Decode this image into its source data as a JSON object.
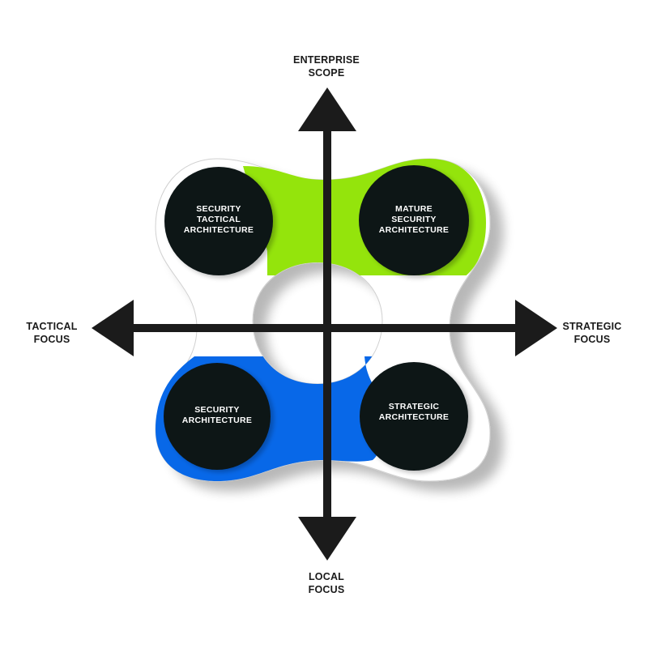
{
  "axes": {
    "top": [
      "ENTERPRISE",
      "SCOPE"
    ],
    "bottom": [
      "LOCAL",
      "FOCUS"
    ],
    "left": [
      "TACTICAL",
      "FOCUS"
    ],
    "right": [
      "STRATEGIC",
      "FOCUS"
    ]
  },
  "quadrants": {
    "top_left": [
      "SECURITY",
      "TACTICAL",
      "ARCHITECTURE"
    ],
    "top_right": [
      "MATURE",
      "SECURITY",
      "ARCHITECTURE"
    ],
    "bottom_left": [
      "SECURITY",
      "ARCHITECTURE"
    ],
    "bottom_right": [
      "STRATEGIC",
      "ARCHITECTURE"
    ]
  },
  "colors": {
    "green_band": "#94e40c",
    "blue_band": "#0868e8",
    "circle_fill": "#0b1519",
    "arrow": "#1b1b1b"
  }
}
